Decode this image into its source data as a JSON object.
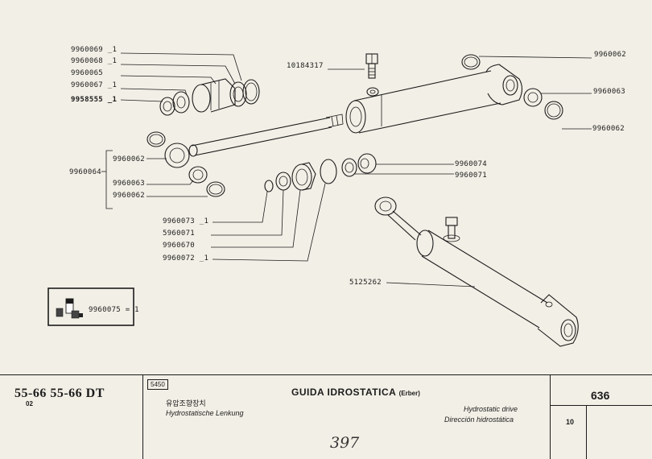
{
  "parts": {
    "p9960069": "9960069 _1",
    "p9960068": "9960068 _1",
    "p9960065": "9960065",
    "p9960067": "9960067 _1",
    "p9958555": "9958555 _1",
    "p10184317": "10184317",
    "p9960062_top": "9960062",
    "p9960063_right": "9960063",
    "p9960062_right": "9960062",
    "p9960062_mid": "9960062",
    "p9960064": "9960064",
    "p9960063_left": "9960063",
    "p9960062_left": "9960062",
    "p9960074": "9960074",
    "p9960071_right": "9960071",
    "p9960073": "9960073 _1",
    "p5960071": "5960071",
    "p9960670": "9960670",
    "p9960072": "9960072 _1",
    "p5125262": "5125262",
    "p9960075": "9960075 = 1"
  },
  "titleblock": {
    "model": "55-66  55-66 DT",
    "model_sub": "02",
    "code": "5450",
    "korean": "유압조향장치",
    "german": "Hydrostatische Lenkung",
    "title": "GUIDA IDROSTATICA",
    "title_sub": "(Erber)",
    "english": "Hydrostatic drive",
    "spanish": "Dirección hidrostática",
    "page": "636",
    "sheet": "10",
    "handwritten": "397"
  }
}
